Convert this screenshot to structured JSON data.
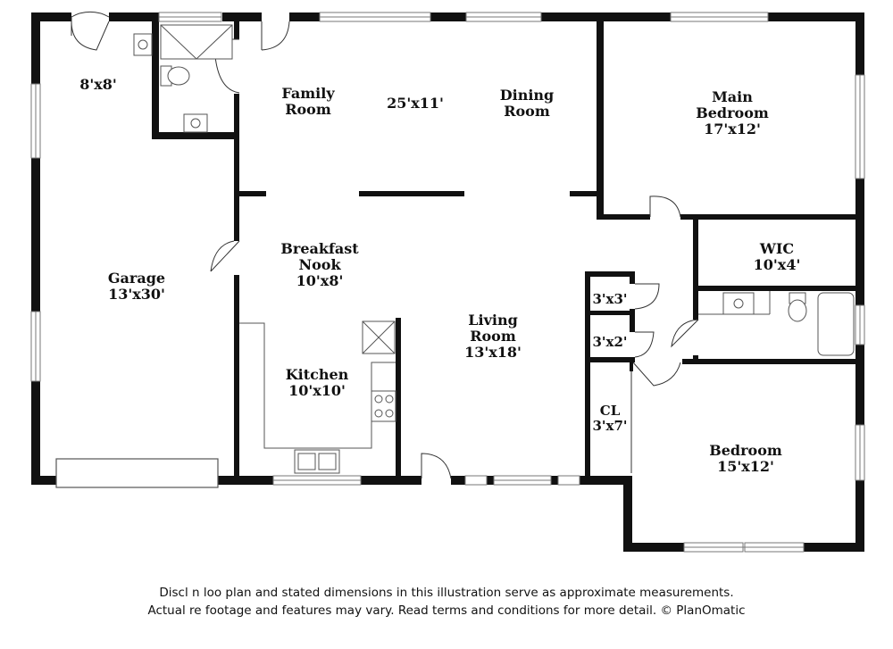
{
  "rooms": {
    "storage": {
      "size": "8'x8'"
    },
    "family_room": {
      "line1": "Family",
      "line2": "Room"
    },
    "family_dining_size": "25'x11'",
    "dining_room": {
      "line1": "Dining",
      "line2": "Room"
    },
    "main_bedroom": {
      "line1": "Main",
      "line2": "Bedroom",
      "size": "17'x12'"
    },
    "breakfast_nook": {
      "line1": "Breakfast",
      "line2": "Nook",
      "size": "10'x8'"
    },
    "garage": {
      "name": "Garage",
      "size": "13'x30'"
    },
    "wic": {
      "name": "WIC",
      "size": "10'x4'"
    },
    "closet_a": {
      "size": "3'x3'"
    },
    "closet_b": {
      "size": "3'x2'"
    },
    "living_room": {
      "line1": "Living",
      "line2": "Room",
      "size": "13'x18'"
    },
    "kitchen": {
      "name": "Kitchen",
      "size": "10'x10'"
    },
    "closet_cl": {
      "name": "CL",
      "size": "3'x7'"
    },
    "bedroom": {
      "name": "Bedroom",
      "size": "15'x12'"
    }
  },
  "disclaimer": {
    "line1": "Discl    n    loo  plan and stated dimensions in this illustration serve as approximate measurements.",
    "line2": "Actual    re footage and features may vary. Read terms and conditions for more detail. © PlanOmatic"
  },
  "colors": {
    "wall": "#111111",
    "fixture": "#555555",
    "window": "#777777",
    "background": "#ffffff"
  }
}
